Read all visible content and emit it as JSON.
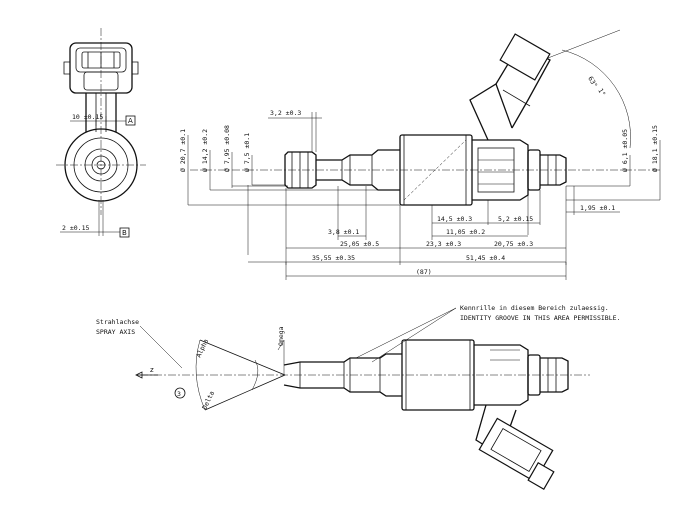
{
  "end_view": {
    "dims": {
      "ten": "10 ±0.15",
      "two": "2 ±0.15"
    },
    "refs": {
      "a": "A",
      "b": "B"
    }
  },
  "side_view": {
    "diameters": {
      "d1": "Ø 20,7 ±0.1",
      "d2": "Ø 14,2 ±0.2",
      "d3": "Ø 7,95 ±0.08",
      "d4": "Ø 7,5 ±0.1",
      "d5": "Ø 6,1 ±0.05",
      "d6": "Ø 18,1 ±0.15"
    },
    "top_dim": "3,2 ±0.3",
    "angles": {
      "a1": "63°",
      "a2": "1°"
    },
    "horizontal": {
      "h145": "14,5 ±0.3",
      "h52": "5,2 ±0.15",
      "h195": "1,95 ±0.1",
      "h38": "3,8 ±0.1",
      "h1105": "11,05 ±0.2",
      "h2505": "25,05 ±0.5",
      "h233": "23,3 ±0.3",
      "h2075": "20,75 ±0.3",
      "h3555": "35,55 ±0.35",
      "h5145": "51,45 ±0.4",
      "h87": "(87)"
    }
  },
  "spray_view": {
    "axis_label_de": "Strahlachse",
    "axis_label_en": "SPRAY AXIS",
    "z": "z",
    "alpha": "Alpha",
    "delta": "Delta",
    "omega": "Omega",
    "circle_ref": "3",
    "note_de": "Kennrille in diesem Bereich zulaessig.",
    "note_en": "IDENTITY GROOVE IN THIS AREA PERMISSIBLE."
  }
}
